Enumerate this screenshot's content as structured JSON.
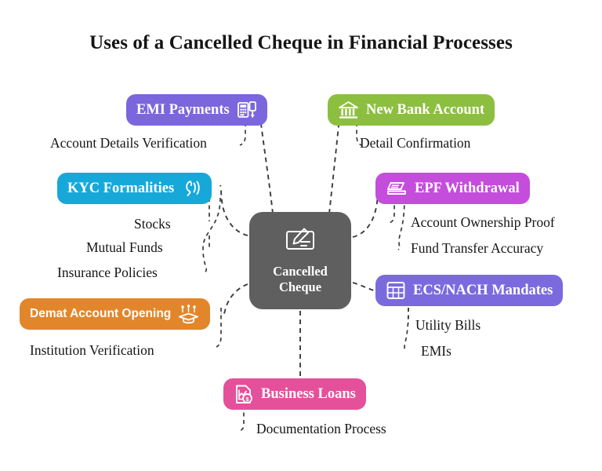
{
  "title": "Uses of a Cancelled Cheque in Financial Processes",
  "center": {
    "label_line1": "Cancelled",
    "label_line2": "Cheque",
    "icon": "cheque-pen-icon",
    "color": "#5f5f5f"
  },
  "branches": [
    {
      "id": "emi-payments",
      "label": "EMI Payments",
      "color": "#7b66dd",
      "icon": "calculator-download-icon",
      "icon_side": "right",
      "font": "serif",
      "sub_items": [
        "Account Details Verification"
      ]
    },
    {
      "id": "new-bank-account",
      "label": "New Bank Account",
      "color": "#8cbf3f",
      "icon": "bank-building-icon",
      "icon_side": "left",
      "font": "serif",
      "sub_items": [
        "Detail Confirmation"
      ]
    },
    {
      "id": "kyc-formalities",
      "label": "KYC Formalities",
      "color": "#17a8da",
      "icon": "fingerprint-scan-icon",
      "icon_side": "right",
      "font": "serif",
      "sub_items": [
        "Stocks",
        "Mutual Funds",
        "Insurance Policies"
      ]
    },
    {
      "id": "epf-withdrawal",
      "label": "EPF Withdrawal",
      "color": "#c martins",
      "icon": "cash-withdrawal-icon",
      "icon_side": "left",
      "font": "serif",
      "sub_items": [
        "Account Ownership Proof",
        "Fund Transfer Accuracy"
      ]
    },
    {
      "id": "demat-account-opening",
      "label": "Demat Account Opening",
      "color": "#e2862c",
      "icon": "graduation-cap-icon",
      "icon_side": "right",
      "font": "sans",
      "sub_items": [
        "Institution Verification"
      ]
    },
    {
      "id": "ecs-nach-mandates",
      "label": "ECS/NACH Mandates",
      "color": "#7b6ade",
      "icon": "table-grid-icon",
      "icon_side": "left",
      "font": "serif",
      "sub_items": [
        "Utility Bills",
        "EMIs"
      ]
    },
    {
      "id": "business-loans",
      "label": "Business Loans",
      "color": "#e5509b",
      "icon": "loan-document-icon",
      "icon_side": "left",
      "font": "serif",
      "sub_items": [
        "Documentation Process"
      ]
    }
  ],
  "labels": {
    "emi_payments": "EMI Payments",
    "new_bank_account": "New Bank Account",
    "kyc_formalities": "KYC Formalities",
    "epf_withdrawal": "EPF Withdrawal",
    "demat_account_opening": "Demat Account Opening",
    "ecs_nach_mandates": "ECS/NACH Mandates",
    "business_loans": "Business Loans",
    "account_details_verification": "Account Details Verification",
    "detail_confirmation": "Detail Confirmation",
    "stocks": "Stocks",
    "mutual_funds": "Mutual Funds",
    "insurance_policies": "Insurance Policies",
    "institution_verification": "Institution Verification",
    "account_ownership_proof": "Account Ownership Proof",
    "fund_transfer_accuracy": "Fund Transfer Accuracy",
    "utility_bills": "Utility Bills",
    "emis": "EMIs",
    "documentation_process": "Documentation Process"
  },
  "colors": {
    "emi_purple": "#7b66dd",
    "green": "#8cbf3f",
    "cyan": "#17a8da",
    "orchid": "#c44ddb",
    "orange": "#e2862c",
    "ecs_purple": "#7b6ade",
    "pink": "#e5509b",
    "center_gray": "#5f5f5f",
    "connector": "#3b3b3b",
    "text": "#151515",
    "background": "#ffffff"
  }
}
